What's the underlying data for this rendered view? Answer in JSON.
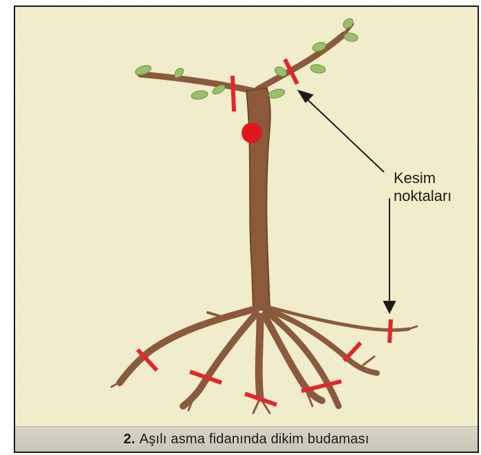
{
  "diagram": {
    "label_line1": "Kesim",
    "label_line2": "noktaları",
    "caption_number": "2.",
    "caption_text": "Aşılı asma fidanında dikim budaması"
  },
  "colors": {
    "background": "#f3efcc",
    "stem": "#8b5a3c",
    "stem_dark": "#6e4328",
    "leaf": "#9bbf6a",
    "cut_mark": "#e2262c",
    "graft_point": "#e0171f",
    "arrow": "#1a1a1a"
  }
}
